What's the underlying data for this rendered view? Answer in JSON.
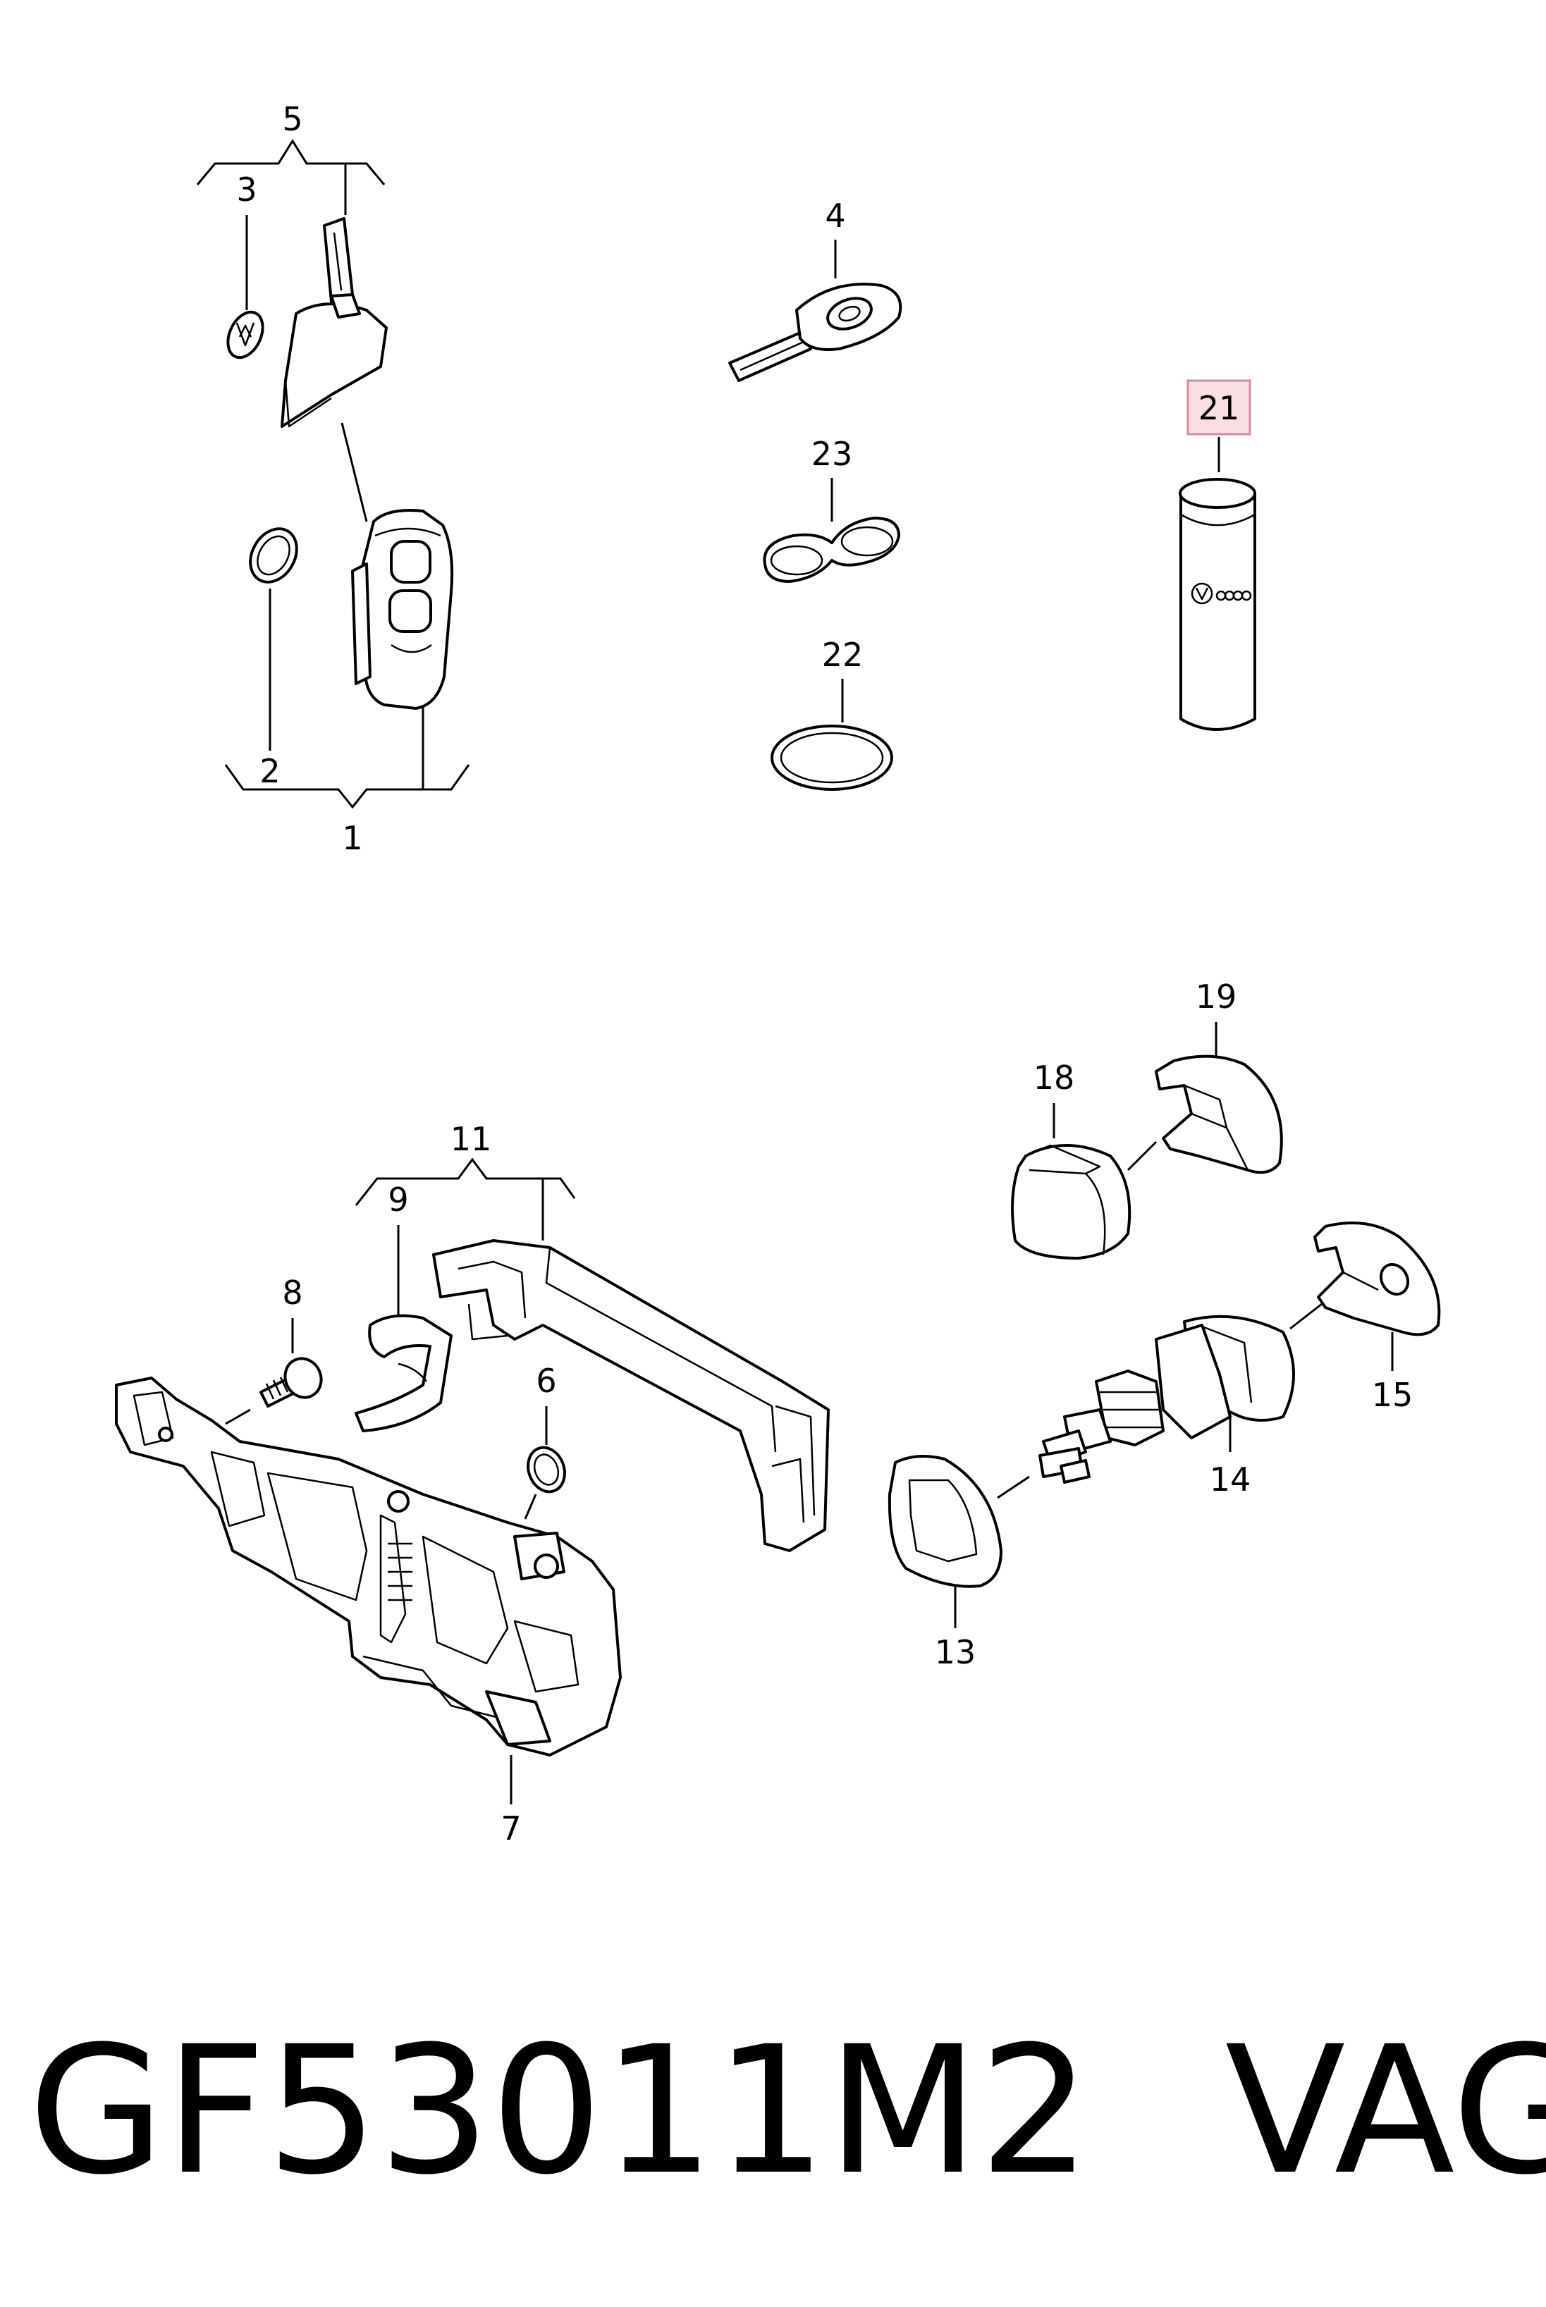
{
  "callouts": {
    "c1": "1",
    "c2": "2",
    "c3": "3",
    "c4": "4",
    "c5": "5",
    "c6": "6",
    "c7": "7",
    "c8": "8",
    "c9": "9",
    "c11": "11",
    "c13": "13",
    "c14": "14",
    "c15": "15",
    "c18": "18",
    "c19": "19",
    "c21": "21",
    "c22": "22",
    "c23": "23"
  },
  "highlight": {
    "part": "21",
    "fill": "#f9dfe4",
    "border": "#d68a9a"
  },
  "footer": {
    "part_number": "GF53011M2",
    "brand": "VAG"
  }
}
